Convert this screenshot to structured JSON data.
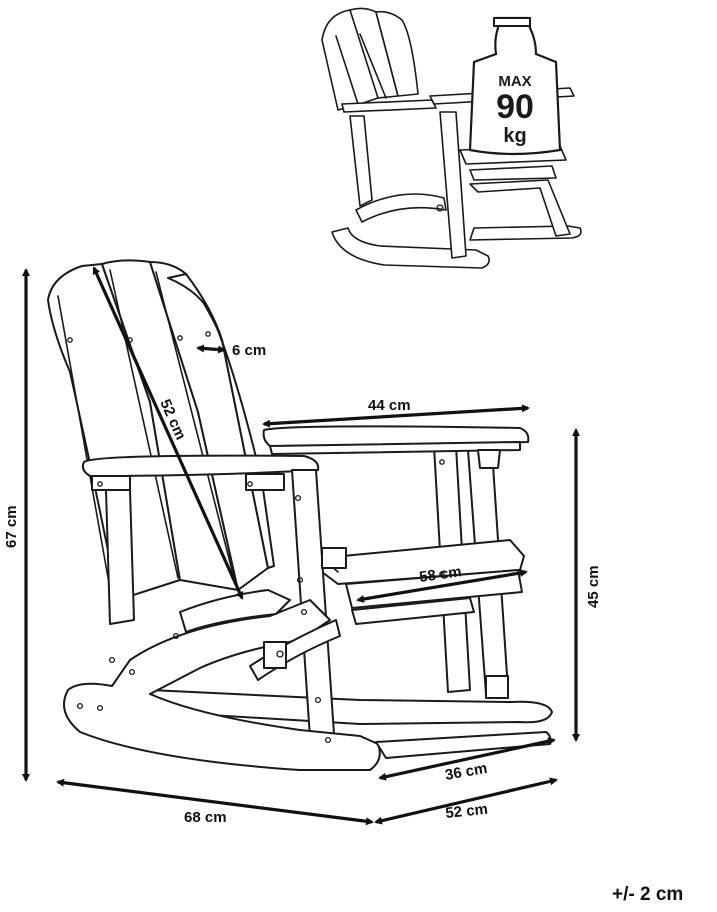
{
  "weight_badge": {
    "line1": "MAX",
    "line2": "90",
    "line3": "kg"
  },
  "dimensions": {
    "slat_width": "6 cm",
    "backrest_length": "52 cm",
    "armrest_length": "44 cm",
    "total_height": "67 cm",
    "seat_height": "45 cm",
    "seat_width": "58 cm",
    "base_depth": "36 cm",
    "total_length": "68 cm",
    "total_width": "52 cm"
  },
  "tolerance": "+/- 2 cm",
  "icons": [
    "weight-icon",
    "rocking-chair-icon",
    "dimension-arrow-icon"
  ]
}
